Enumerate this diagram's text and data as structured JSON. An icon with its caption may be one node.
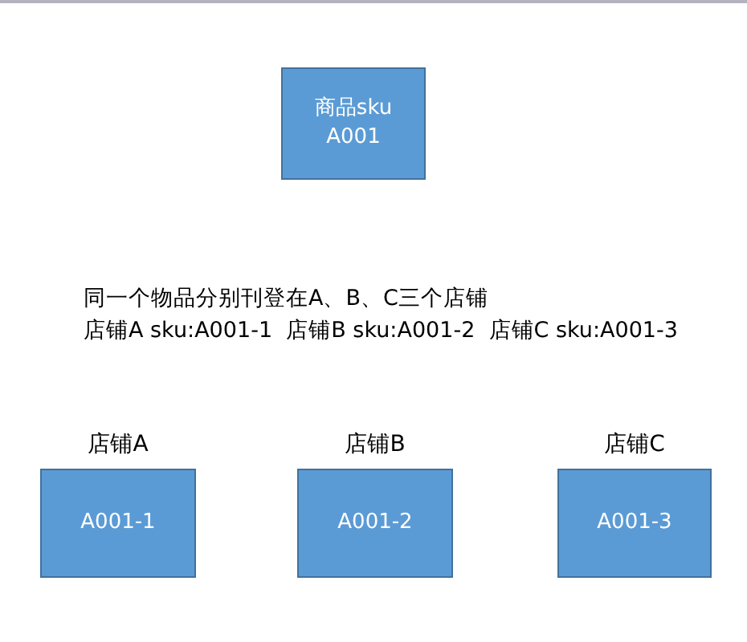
{
  "diagram": {
    "nodes": [
      {
        "text": [
          "商品sku A001"
        ]
      },
      {
        "text": [
          "店铺A",
          "A001-1"
        ]
      },
      {
        "text": [
          "店铺B",
          "A001-2"
        ]
      },
      {
        "text": [
          "店铺C",
          "A001-3"
        ]
      }
    ],
    "labels": [
      "同一个物品分别刊登在A、B、C三个店铺",
      "店铺A sku:A001-1  店铺B sku:A001-2  店铺C sku:A001-3"
    ]
  }
}
